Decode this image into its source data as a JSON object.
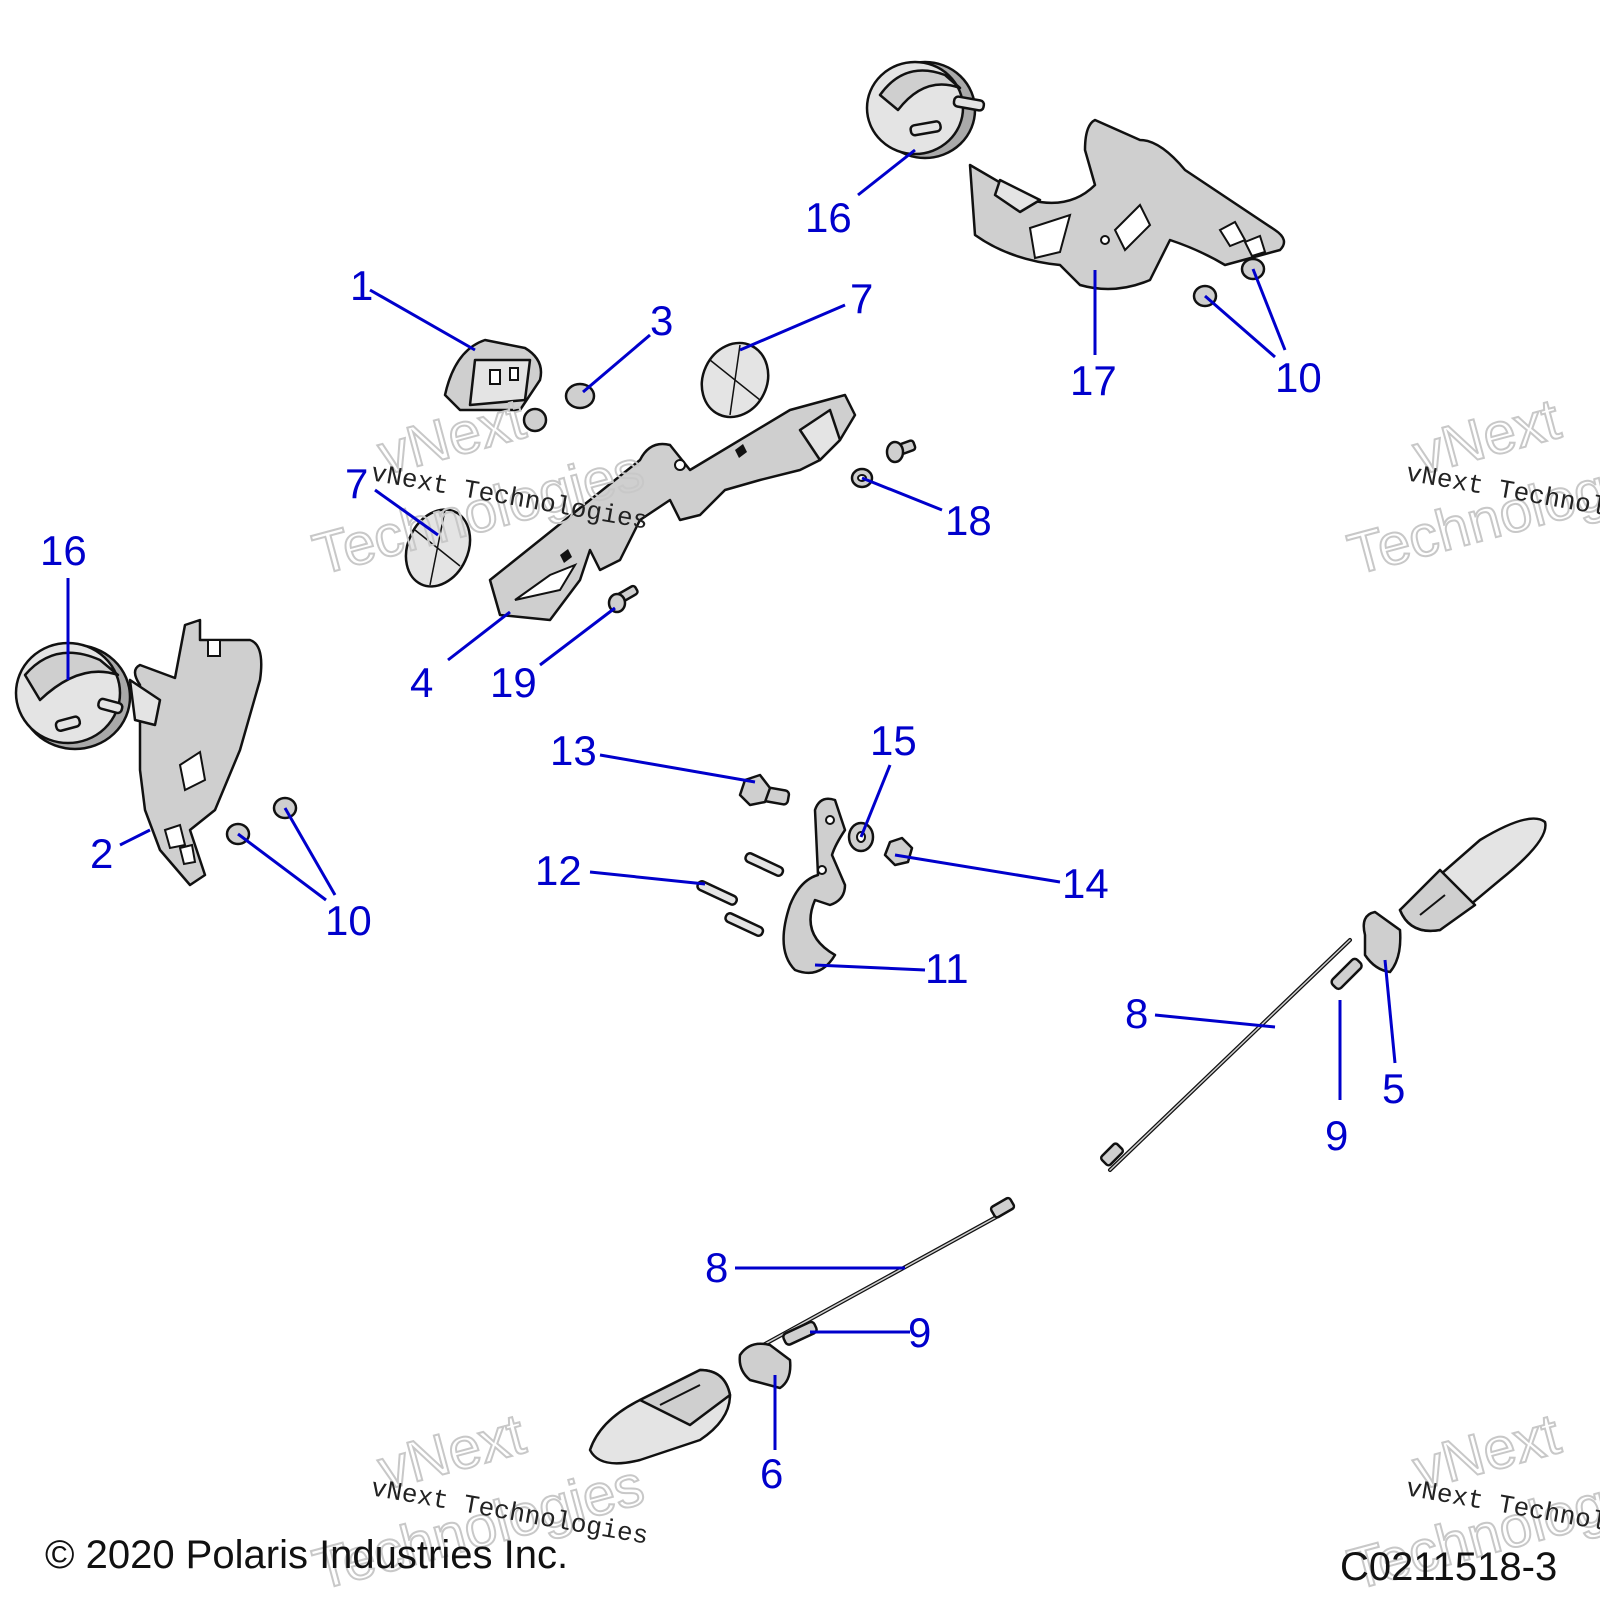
{
  "callouts": {
    "c1": "1",
    "c2": "2",
    "c3": "3",
    "c4": "4",
    "c5": "5",
    "c6": "6",
    "c7a": "7",
    "c7b": "7",
    "c8a": "8",
    "c8b": "8",
    "c9a": "9",
    "c9b": "9",
    "c10a": "10",
    "c10b": "10",
    "c11": "11",
    "c12": "12",
    "c13": "13",
    "c14": "14",
    "c15": "15",
    "c16a": "16",
    "c16b": "16",
    "c17": "17",
    "c18": "18",
    "c19": "19"
  },
  "watermark": {
    "small": "vNext Technologies",
    "big_line1": "vNext",
    "big_line2": "Technologies"
  },
  "footer": {
    "copyright": "© 2020 Polaris Industries Inc.",
    "diagram_id": "C0211518-3"
  },
  "colors": {
    "callout": "#0000cc",
    "part_fill": "#cfcfcf",
    "outline": "#111111"
  }
}
